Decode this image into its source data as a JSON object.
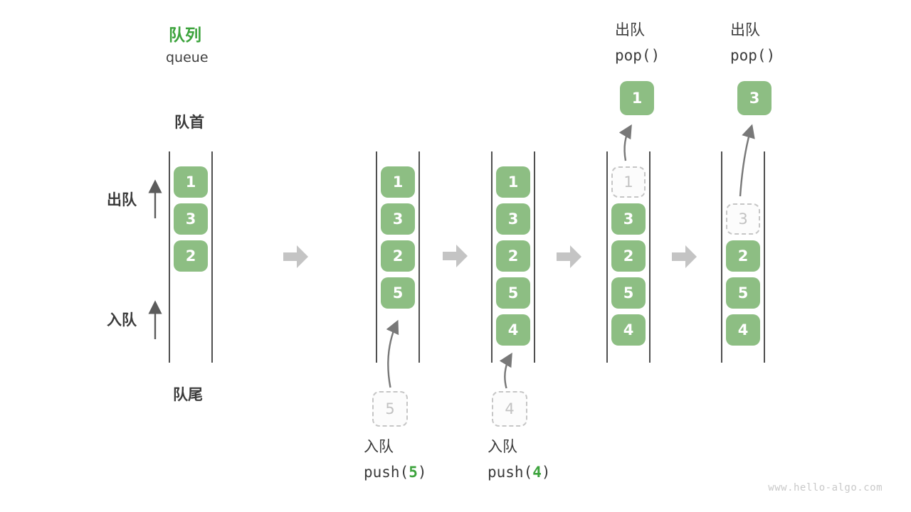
{
  "header": {
    "title_zh": "队列",
    "title_en": "queue"
  },
  "side_labels": {
    "front": "队首",
    "rear": "队尾",
    "dequeue": "出队",
    "enqueue": "入队"
  },
  "watermark": "www.hello-algo.com",
  "colors": {
    "box_green": "#8dbe83",
    "accent_green": "#3ca33c",
    "block_arrow": "#c4c4c4",
    "container_line": "#4f4f4f",
    "text_dark": "#3b3b3b",
    "dashed_border": "#c6c6c6",
    "dashed_text": "#c2c2c2",
    "flow_arrow": "#787878"
  },
  "states": [
    {
      "boxes": [
        {
          "value": "1",
          "row": 1,
          "dashed": false
        },
        {
          "value": "3",
          "row": 2,
          "dashed": false
        },
        {
          "value": "2",
          "row": 3,
          "dashed": false
        }
      ]
    },
    {
      "boxes": [
        {
          "value": "1",
          "row": 1,
          "dashed": false
        },
        {
          "value": "3",
          "row": 2,
          "dashed": false
        },
        {
          "value": "2",
          "row": 3,
          "dashed": false
        },
        {
          "value": "5",
          "row": 4,
          "dashed": false
        }
      ],
      "pending_value": "5",
      "op": {
        "label": "入队",
        "code_before": "push(",
        "code_arg": "5",
        "code_after": ")"
      }
    },
    {
      "boxes": [
        {
          "value": "1",
          "row": 1,
          "dashed": false
        },
        {
          "value": "3",
          "row": 2,
          "dashed": false
        },
        {
          "value": "2",
          "row": 3,
          "dashed": false
        },
        {
          "value": "5",
          "row": 4,
          "dashed": false
        },
        {
          "value": "4",
          "row": 5,
          "dashed": false
        }
      ],
      "pending_value": "4",
      "op": {
        "label": "入队",
        "code_before": "push(",
        "code_arg": "4",
        "code_after": ")"
      }
    },
    {
      "boxes": [
        {
          "value": "1",
          "row": 1,
          "dashed": true
        },
        {
          "value": "3",
          "row": 2,
          "dashed": false
        },
        {
          "value": "2",
          "row": 3,
          "dashed": false
        },
        {
          "value": "5",
          "row": 4,
          "dashed": false
        },
        {
          "value": "4",
          "row": 5,
          "dashed": false
        }
      ],
      "popped_value": "1",
      "op": {
        "label": "出队",
        "code": "pop()"
      }
    },
    {
      "boxes": [
        {
          "value": "3",
          "row": 2,
          "dashed": true
        },
        {
          "value": "2",
          "row": 3,
          "dashed": false
        },
        {
          "value": "5",
          "row": 4,
          "dashed": false
        },
        {
          "value": "4",
          "row": 5,
          "dashed": false
        }
      ],
      "popped_value": "3",
      "op": {
        "label": "出队",
        "code": "pop()"
      }
    }
  ]
}
